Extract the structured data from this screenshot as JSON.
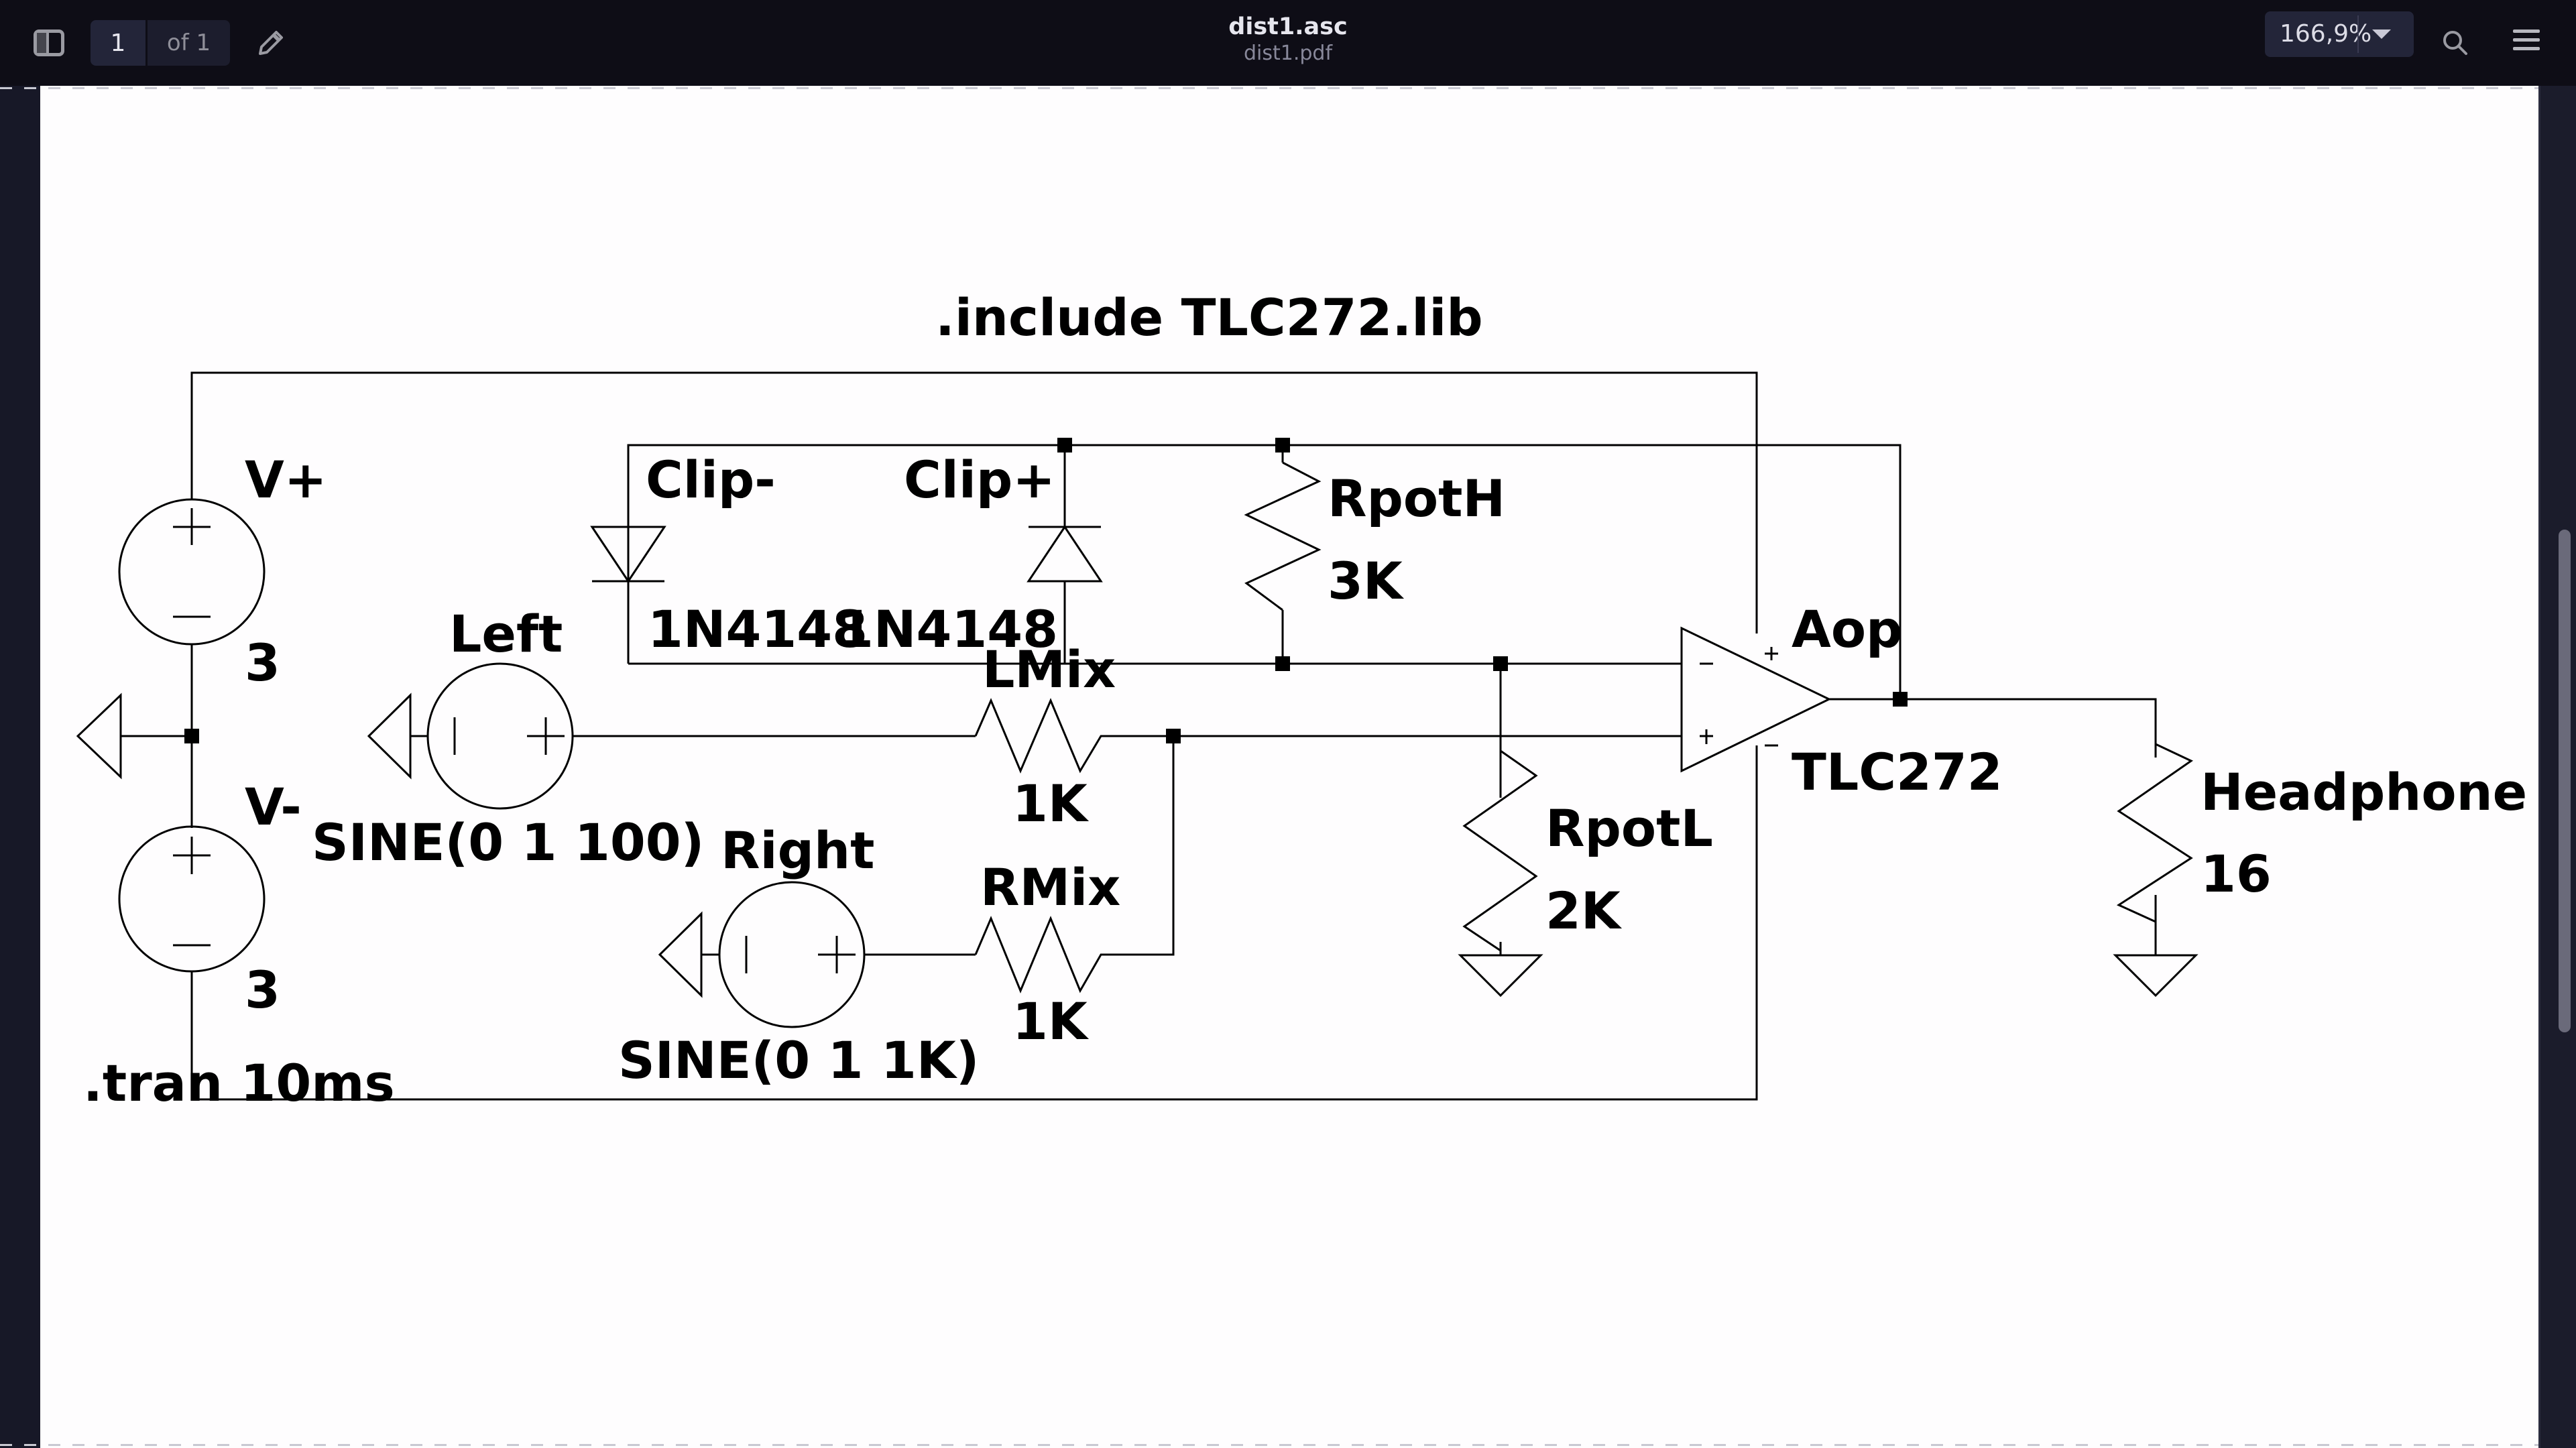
{
  "toolbar": {
    "sidebar_toggle_icon": "sidebar-toggle-icon",
    "page_current": "1",
    "page_total_label": "of 1",
    "annotate_icon": "pencil-icon",
    "title": "dist1.asc",
    "subtitle": "dist1.pdf",
    "zoom_value": "166,9%",
    "zoom_dropdown_icon": "caret-down-icon",
    "search_icon": "search-icon",
    "menu_icon": "hamburger-menu-icon"
  },
  "schematic": {
    "directives": {
      "include": ".include TLC272.lib",
      "tran": ".tran 10ms"
    },
    "components": {
      "vplus": {
        "name": "V+",
        "value": "3"
      },
      "vminus": {
        "name": "V-",
        "value": "3"
      },
      "left": {
        "name": "Left",
        "value": "SINE(0 1 100)"
      },
      "right": {
        "name": "Right",
        "value": "SINE(0 1 1K)"
      },
      "clip_minus": {
        "name": "Clip-",
        "value": "1N4148"
      },
      "clip_plus": {
        "name": "Clip+",
        "value": "1N4148"
      },
      "rpoth": {
        "name": "RpotH",
        "value": "3K"
      },
      "lmix": {
        "name": "LMix",
        "value": "1K"
      },
      "rmix": {
        "name": "RMix",
        "value": "1K"
      },
      "rpotl": {
        "name": "RpotL",
        "value": "2K"
      },
      "aop": {
        "name": "Aop",
        "value": "TLC272"
      },
      "headphone": {
        "name": "Headphone",
        "value": "16"
      }
    },
    "pin_marks": {
      "plus": "+",
      "minus": "−"
    }
  }
}
